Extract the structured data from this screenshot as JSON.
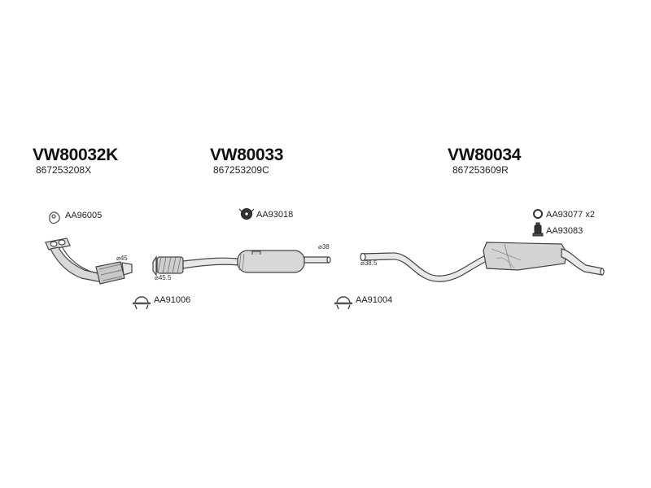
{
  "groups": [
    {
      "code": "VW80032K",
      "oem": "867253208X"
    },
    {
      "code": "VW80033",
      "oem": "867253209C"
    },
    {
      "code": "VW80034",
      "oem": "867253609R"
    }
  ],
  "parts": {
    "gasket_left": "AA96005",
    "clamp_left": "AA91006",
    "rubber_mount_middle": "AA93018",
    "clamp_right": "AA91004",
    "ring_right": "AA93077 x2",
    "mount_right": "AA93083"
  },
  "diameters": {
    "downpipe": "⌀45",
    "mid_inlet": "⌀45.5",
    "mid_outlet": "⌀38",
    "rear_inlet": "⌀38.5"
  }
}
